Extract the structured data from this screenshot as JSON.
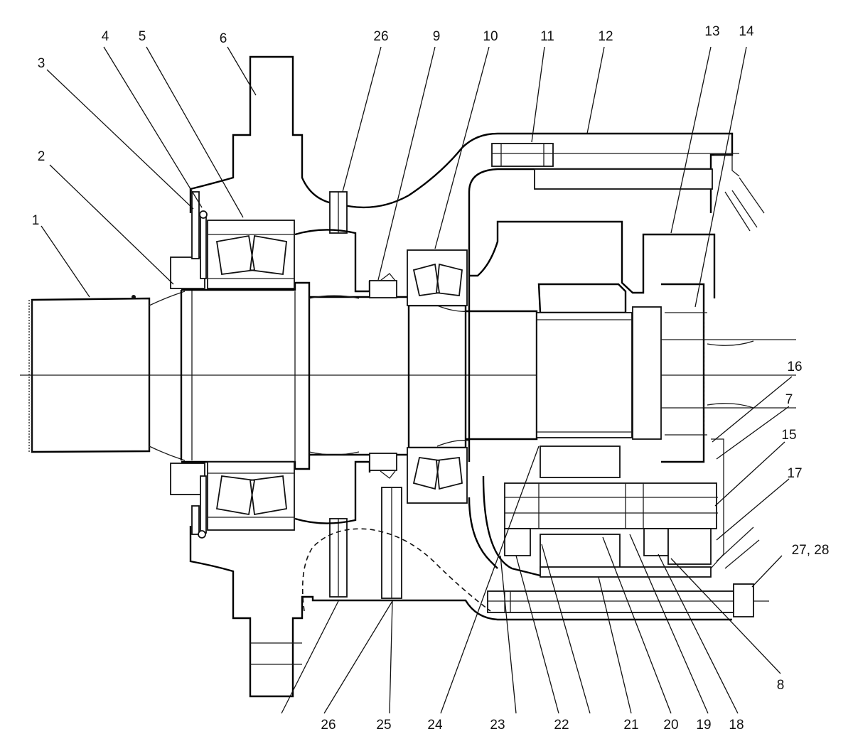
{
  "diagram": {
    "callouts": [
      {
        "id": "c1",
        "text": "1"
      },
      {
        "id": "c2",
        "text": "2"
      },
      {
        "id": "c3",
        "text": "3"
      },
      {
        "id": "c4",
        "text": "4"
      },
      {
        "id": "c5",
        "text": "5"
      },
      {
        "id": "c6",
        "text": "6"
      },
      {
        "id": "c26a",
        "text": "26"
      },
      {
        "id": "c9",
        "text": "9"
      },
      {
        "id": "c10",
        "text": "10"
      },
      {
        "id": "c11",
        "text": "11"
      },
      {
        "id": "c12",
        "text": "12"
      },
      {
        "id": "c13",
        "text": "13"
      },
      {
        "id": "c14",
        "text": "14"
      },
      {
        "id": "c16",
        "text": "16"
      },
      {
        "id": "c7",
        "text": "7"
      },
      {
        "id": "c15",
        "text": "15"
      },
      {
        "id": "c17",
        "text": "17"
      },
      {
        "id": "c2728",
        "text": "27, 28"
      },
      {
        "id": "c8",
        "text": "8"
      },
      {
        "id": "c18",
        "text": "18"
      },
      {
        "id": "c19",
        "text": "19"
      },
      {
        "id": "c20",
        "text": "20"
      },
      {
        "id": "c21",
        "text": "21"
      },
      {
        "id": "c22",
        "text": "22"
      },
      {
        "id": "c23",
        "text": "23"
      },
      {
        "id": "c24b",
        "text": "24"
      },
      {
        "id": "c25",
        "text": "25"
      },
      {
        "id": "c26b",
        "text": "26"
      }
    ]
  }
}
